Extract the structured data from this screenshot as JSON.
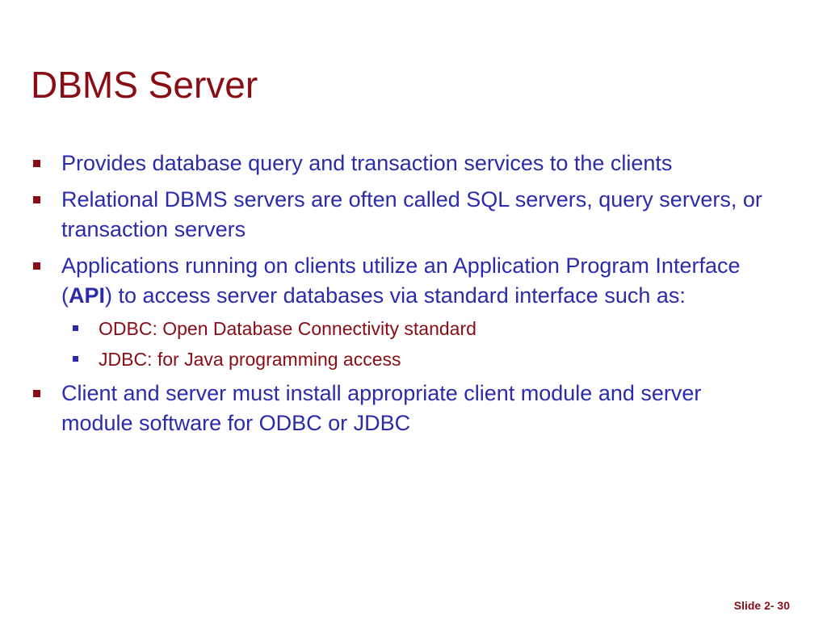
{
  "slide": {
    "title": "DBMS Server",
    "bullets": [
      {
        "text": "Provides database query and transaction services to the clients"
      },
      {
        "text": "Relational DBMS servers are often called SQL servers, query servers, or transaction servers"
      },
      {
        "text_before": "Applications running on clients utilize an Application Program Interface (",
        "bold": "API",
        "text_after": ") to access server databases via standard interface such as:",
        "subs": [
          "ODBC: Open Database Connectivity standard",
          "JDBC: for Java programming access"
        ]
      },
      {
        "text": "Client and server must install appropriate client module and server module software for ODBC or JDBC"
      }
    ],
    "footer": "Slide 2- 30"
  },
  "colors": {
    "title": "#8a0c15",
    "body_text": "#2b2bab",
    "sub_text": "#8a0c15"
  }
}
